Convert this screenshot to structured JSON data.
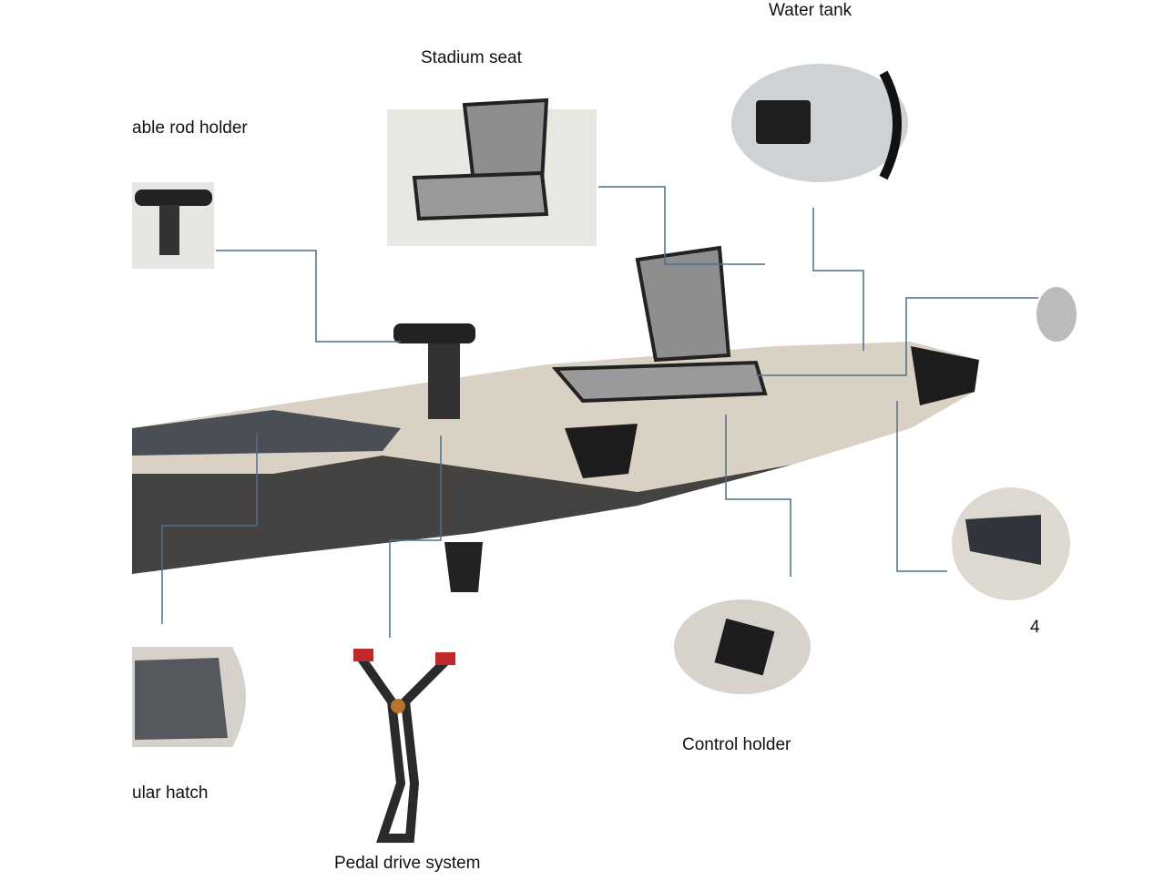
{
  "labels": {
    "water_tank": "Water tank",
    "stadium_seat": "Stadium seat",
    "rod_holder": "able rod holder",
    "hatch": "ular hatch",
    "pedal_drive": "Pedal drive system",
    "control_holder": "Control holder",
    "partial_right": "4"
  },
  "colors": {
    "leader_line": "#4f6e8c",
    "hull_dark": "#1c1c1c",
    "hull_camo": "#d9d2c4",
    "seat_gray": "#8e8e8e"
  }
}
